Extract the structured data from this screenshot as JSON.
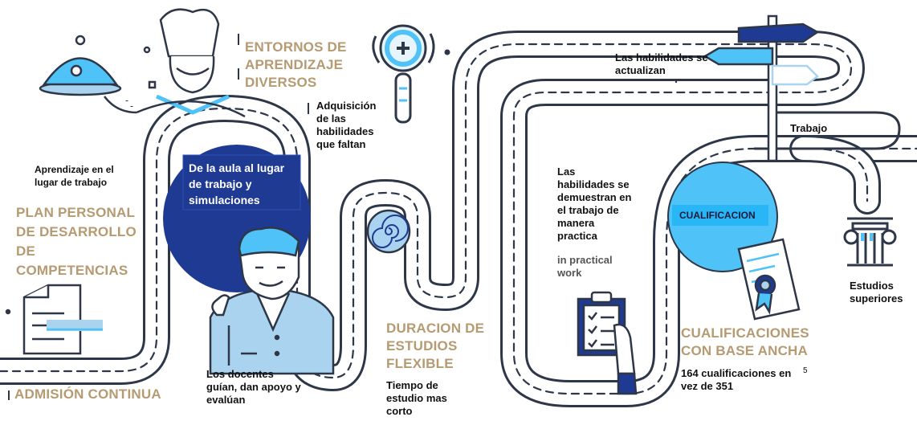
{
  "labels": {
    "entornos": "ENTORNOS DE\nAPRENDIZAJE\nDIVERSOS",
    "adquisicion": "Adquisición\nde las\nhabilidades\nque faltan",
    "habilidades_actualizan": "Las habilidades se\nactualizan",
    "trabajo": "Trabajo",
    "aprendizaje_lugar": "Aprendizaje en el\nlugar de trabajo",
    "de_la_aula": "De la aula al lugar\nde trabajo y\nsimulaciones",
    "plan_personal": "PLAN PERSONAL\nDE DESARROLLO\nDE\nCOMPETENCIAS",
    "admision": "ADMISIÓN CONTINUA",
    "docentes": "Los docentes\nguían, dan apoyo y\nevalúan",
    "duracion": "DURACION DE\nESTUDIOS\nFLEXIBLE",
    "tiempo": "Tiempo de\nestudio mas\ncorto",
    "habilidades_demuestran": "Las\nhabilidades se\ndemuestran en\nel trabajo de\nmanera\npractica",
    "in_practical": "in practical\nwork",
    "cualificacion": "CUALIFICACION",
    "cualificaciones": "CUALIFICACIONES\nCON BASE ANCHA",
    "cualif_count": "164 cualificaciones en\nvez de 351",
    "footnote": "5",
    "estudios": "Estudios\nsuperiores"
  },
  "colors": {
    "road": "#2d3748",
    "navy": "#1f3a93",
    "light_blue": "#4fc3f7",
    "pale_blue": "#a9d3ef",
    "gold": "#b59a72"
  },
  "icons": [
    "chef-icon",
    "magnifier-plus-icon",
    "signpost-icon",
    "document-icon",
    "spiral-icon",
    "teacher-icon",
    "clipboard-icon",
    "certificate-icon",
    "pillar-icon"
  ]
}
